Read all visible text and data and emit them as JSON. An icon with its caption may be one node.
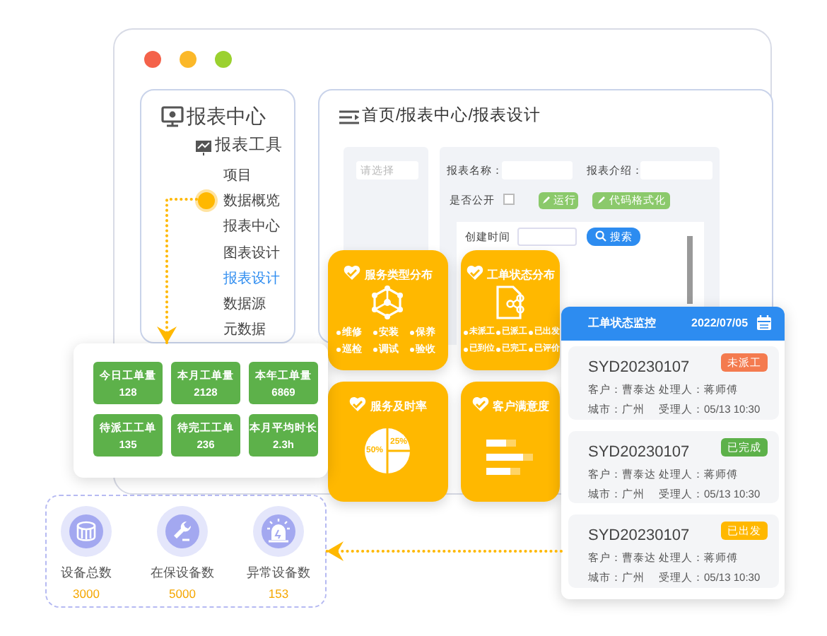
{
  "diagram": {
    "nodes": [
      {
        "text": [
          "报表中心",
          "报表工具",
          "项目",
          "数据概览",
          "报表中心",
          "图表设计",
          "报表设计",
          "数据源",
          "元数据"
        ]
      },
      {
        "text": [],
        "shape": "circle",
        "in": 0
      },
      {
        "text": [
          "首页/报表中心/报表设计",
          "请选择",
          "报表名称：",
          "报表介绍：",
          "是否公开",
          "运行",
          "代码格式化",
          "创建时间",
          "搜索"
        ]
      },
      {
        "text": [],
        "shape": "box"
      },
      {
        "text": [
          "今日工单量",
          "128"
        ],
        "in": 3
      },
      {
        "text": [
          "本月工单量",
          "2128"
        ],
        "in": 3
      },
      {
        "text": [
          "本年工单量",
          "6869"
        ],
        "in": 3
      },
      {
        "text": [
          "待派工工单",
          "135"
        ],
        "in": 3
      },
      {
        "text": [
          "待完工工单",
          "236"
        ],
        "in": 3
      },
      {
        "text": [
          "本月平均时长",
          "2.3h"
        ],
        "in": 3
      },
      {
        "text": [
          "服务类型分布",
          "维修",
          "安装",
          "保养",
          "巡检",
          "调试",
          "验收"
        ]
      },
      {
        "text": [
          "工单状态分布",
          "未派工",
          "已派工",
          "已出发",
          "已到位",
          "已完工",
          "已评价"
        ]
      },
      {
        "text": [
          "服务及时率",
          "50%",
          "25%"
        ]
      },
      {
        "text": [
          "客户满意度"
        ]
      },
      {
        "text": [
          "工单状态监控",
          "2022/07/05"
        ]
      },
      {
        "text": [
          "SYD20230107",
          "未派工",
          "客户：曹泰达",
          "处理人：蒋师傅",
          "城市：广州",
          "受理人：05/13 10:30"
        ],
        "in": 14
      },
      {
        "text": [
          "SYD20230107",
          "已完成",
          "客户：曹泰达",
          "处理人：蒋师傅",
          "城市：广州",
          "受理人：05/13 10:30"
        ],
        "in": 14
      },
      {
        "text": [
          "SYD20230107",
          "已出发",
          "客户：曹泰达",
          "处理人：蒋师傅",
          "城市：广州",
          "受理人：05/13 10:30"
        ],
        "in": 14
      },
      {
        "text": [
          "设备总数",
          "3000",
          "在保设备数",
          "5000",
          "异常设备数",
          "153"
        ]
      }
    ],
    "edges": [
      {
        "from": 1,
        "to": 3,
        "arrow": "to"
      },
      {
        "from": 14,
        "to": 18,
        "arrow": "to"
      }
    ]
  }
}
